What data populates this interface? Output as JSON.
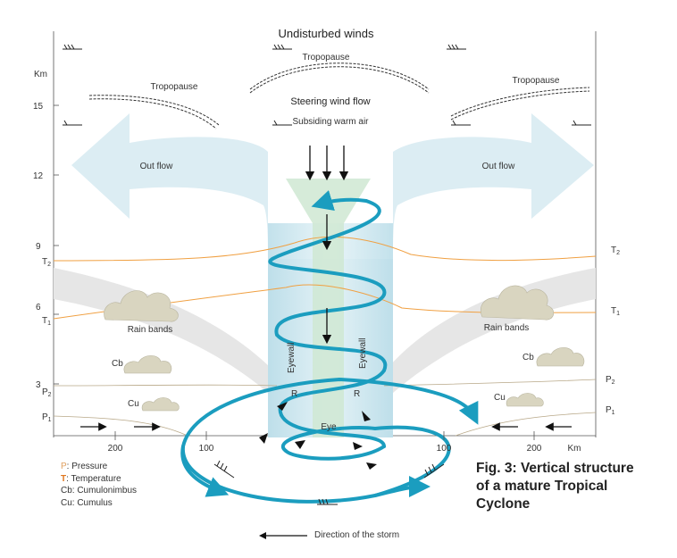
{
  "title": "Undisturbed winds",
  "labels": {
    "tropopause": "Tropopause",
    "steering": "Steering wind flow",
    "subsiding": "Subsiding warm air",
    "outflow": "Out flow",
    "rain_bands": "Rain bands",
    "cb": "Cb",
    "cu": "Cu",
    "eyewall": "Eyewall",
    "eye": "Eye",
    "r": "R",
    "km": "Km"
  },
  "y_axis": {
    "unit": "Km",
    "ticks": [
      "15",
      "12",
      "9",
      "6",
      "3"
    ]
  },
  "left_markers": {
    "t2": "T",
    "t2_sub": "2",
    "t1": "T",
    "t1_sub": "1",
    "p2": "P",
    "p2_sub": "2",
    "p1": "P",
    "p1_sub": "1"
  },
  "right_markers": {
    "t2": "T",
    "t2_sub": "2",
    "t1": "T",
    "t1_sub": "1",
    "p2": "P",
    "p2_sub": "2",
    "p1": "P",
    "p1_sub": "1"
  },
  "distance_ticks": {
    "left_200": "200",
    "left_100": "100",
    "right_100": "100",
    "right_200": "200",
    "unit": "Km"
  },
  "legend": {
    "p_key": "P",
    "p_text": ": Pressure",
    "t_key": "T",
    "t_text": ": Temperature",
    "cb": "Cb: Cumulonimbus",
    "cu": "Cu: Cumulus"
  },
  "direction": "Direction of the storm",
  "caption": {
    "line1": "Fig. 3: Vertical structure",
    "line2": "of a mature Tropical",
    "line3": "Cyclone"
  },
  "colors": {
    "arrow_fill": "#d8ecf3",
    "helix": "#1b9dbf",
    "eye_green": "#cfe8d2",
    "temperature": "#f0a042",
    "pressure": "#b8a888",
    "legend_p": "#e0a060",
    "legend_t": "#e07820",
    "band": "#e4e4e4",
    "cloud": "#d8d4c0"
  }
}
